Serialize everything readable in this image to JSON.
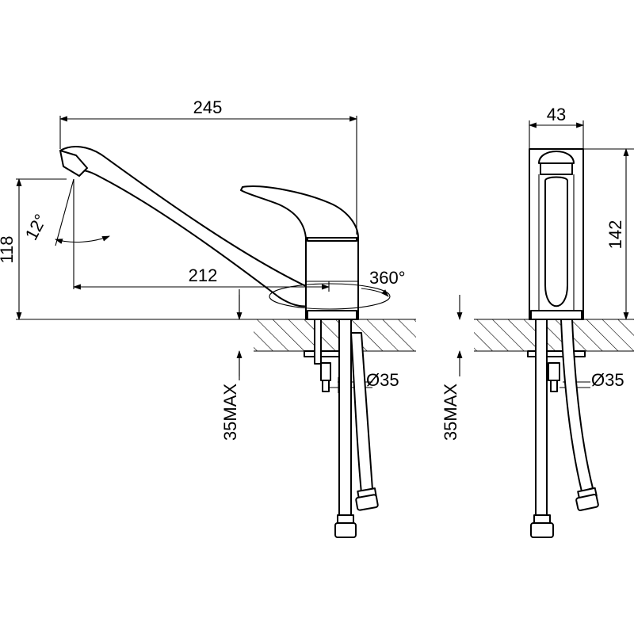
{
  "side_view": {
    "dim_overall_length": "245",
    "dim_spout_reach": "212",
    "dim_height": "118",
    "dim_spout_angle": "12°",
    "dim_rotation": "360°",
    "dim_hole_diameter": "Ø35",
    "dim_max_thickness": "35MAX"
  },
  "front_view": {
    "dim_width": "43",
    "dim_height": "142",
    "dim_hole_diameter": "Ø35",
    "dim_max_thickness": "35MAX"
  }
}
